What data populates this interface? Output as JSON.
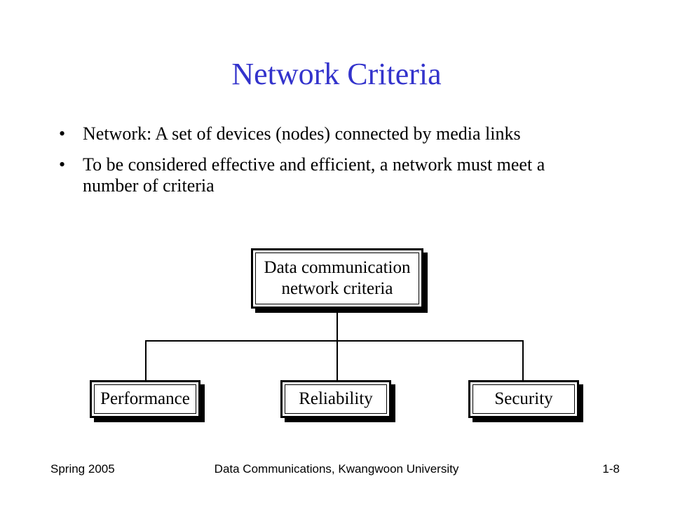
{
  "slide": {
    "title": "Network Criteria",
    "bullets": [
      {
        "mark": "•",
        "text": "Network: A set of devices (nodes) connected by media links"
      },
      {
        "mark": "•",
        "text": "To be considered effective and efficient, a network must meet a number of criteria"
      }
    ]
  },
  "diagram": {
    "root": {
      "line1": "Data communication",
      "line2": "network criteria"
    },
    "children": {
      "performance": "Performance",
      "reliability": "Reliability",
      "security": "Security"
    }
  },
  "footer": {
    "left": "Spring 2005",
    "center": "Data Communications, Kwangwoon University",
    "right": "1-8"
  },
  "colors": {
    "title": "#3333cc",
    "text": "#000000",
    "background": "#ffffff"
  }
}
